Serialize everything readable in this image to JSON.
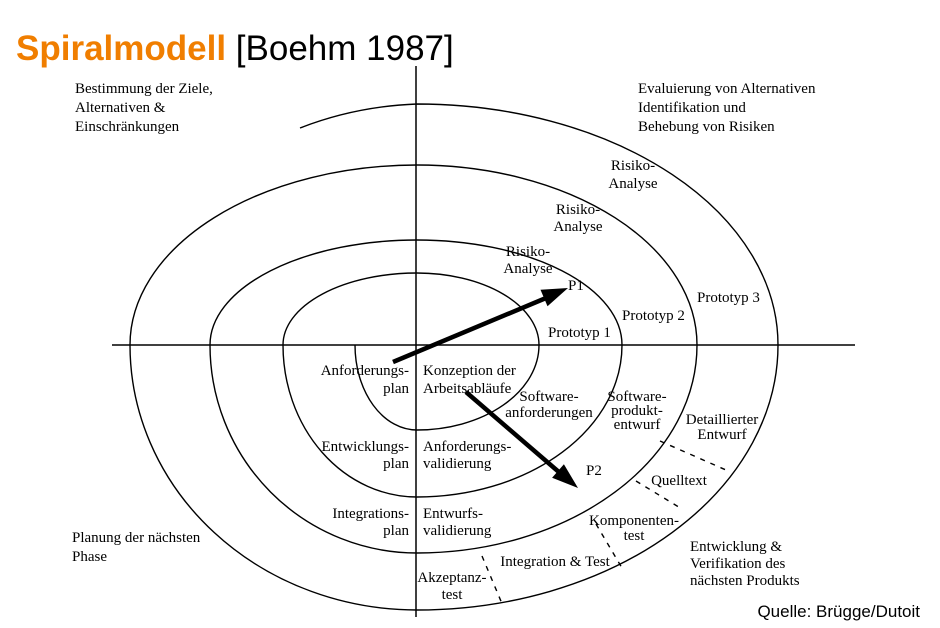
{
  "title": {
    "main": "Spiralmodell",
    "citation": "[Boehm 1987]"
  },
  "source": "Quelle: Brügge/Dutoit",
  "colors": {
    "title_accent": "#F07E00",
    "ink": "#000000",
    "background": "#FFFFFF"
  },
  "quadrants": {
    "top_left": [
      "Bestimmung der Ziele,",
      "Alternativen &",
      "Einschränkungen"
    ],
    "top_right": [
      "Evaluierung von Alternativen",
      "Identifikation und",
      "Behebung von Risiken"
    ],
    "bottom_left": [
      "Planung der nächsten",
      "Phase"
    ],
    "bottom_right": [
      "Entwicklung &",
      "Verifikation des",
      "nächsten Produkts"
    ]
  },
  "spiral_labels": {
    "risk_outer": [
      "Risiko-",
      "Analyse"
    ],
    "risk_middle": [
      "Risiko-",
      "Analyse"
    ],
    "risk_inner": [
      "Risiko-",
      "Analyse"
    ],
    "p1": "P1",
    "p2": "P2",
    "prototyp1": "Prototyp 1",
    "prototyp2": "Prototyp 2",
    "prototyp3": "Prototyp 3",
    "anforderungsplan": [
      "Anforderungs-",
      "plan"
    ],
    "konzeption": [
      "Konzeption der",
      "Arbeitsabläufe"
    ],
    "software_anforderungen": [
      "Software-",
      "anforderungen"
    ],
    "software_produktentwurf": [
      "Software-",
      "produkt-",
      "entwurf"
    ],
    "detaillierter_entwurf": [
      "Detaillierter",
      "Entwurf"
    ],
    "quelltext": "Quelltext",
    "komponententest": [
      "Komponenten-",
      "test"
    ],
    "entwicklungsplan": [
      "Entwicklungs-",
      "plan"
    ],
    "anforderungsvalidierung": [
      "Anforderungs-",
      "validierung"
    ],
    "integrationsplan": [
      "Integrations-",
      "plan"
    ],
    "entwurfsvalidierung": [
      "Entwurfs-",
      "validierung"
    ],
    "integration_test": "Integration & Test",
    "akzeptanztest": [
      "Akzeptanz-",
      "test"
    ]
  }
}
